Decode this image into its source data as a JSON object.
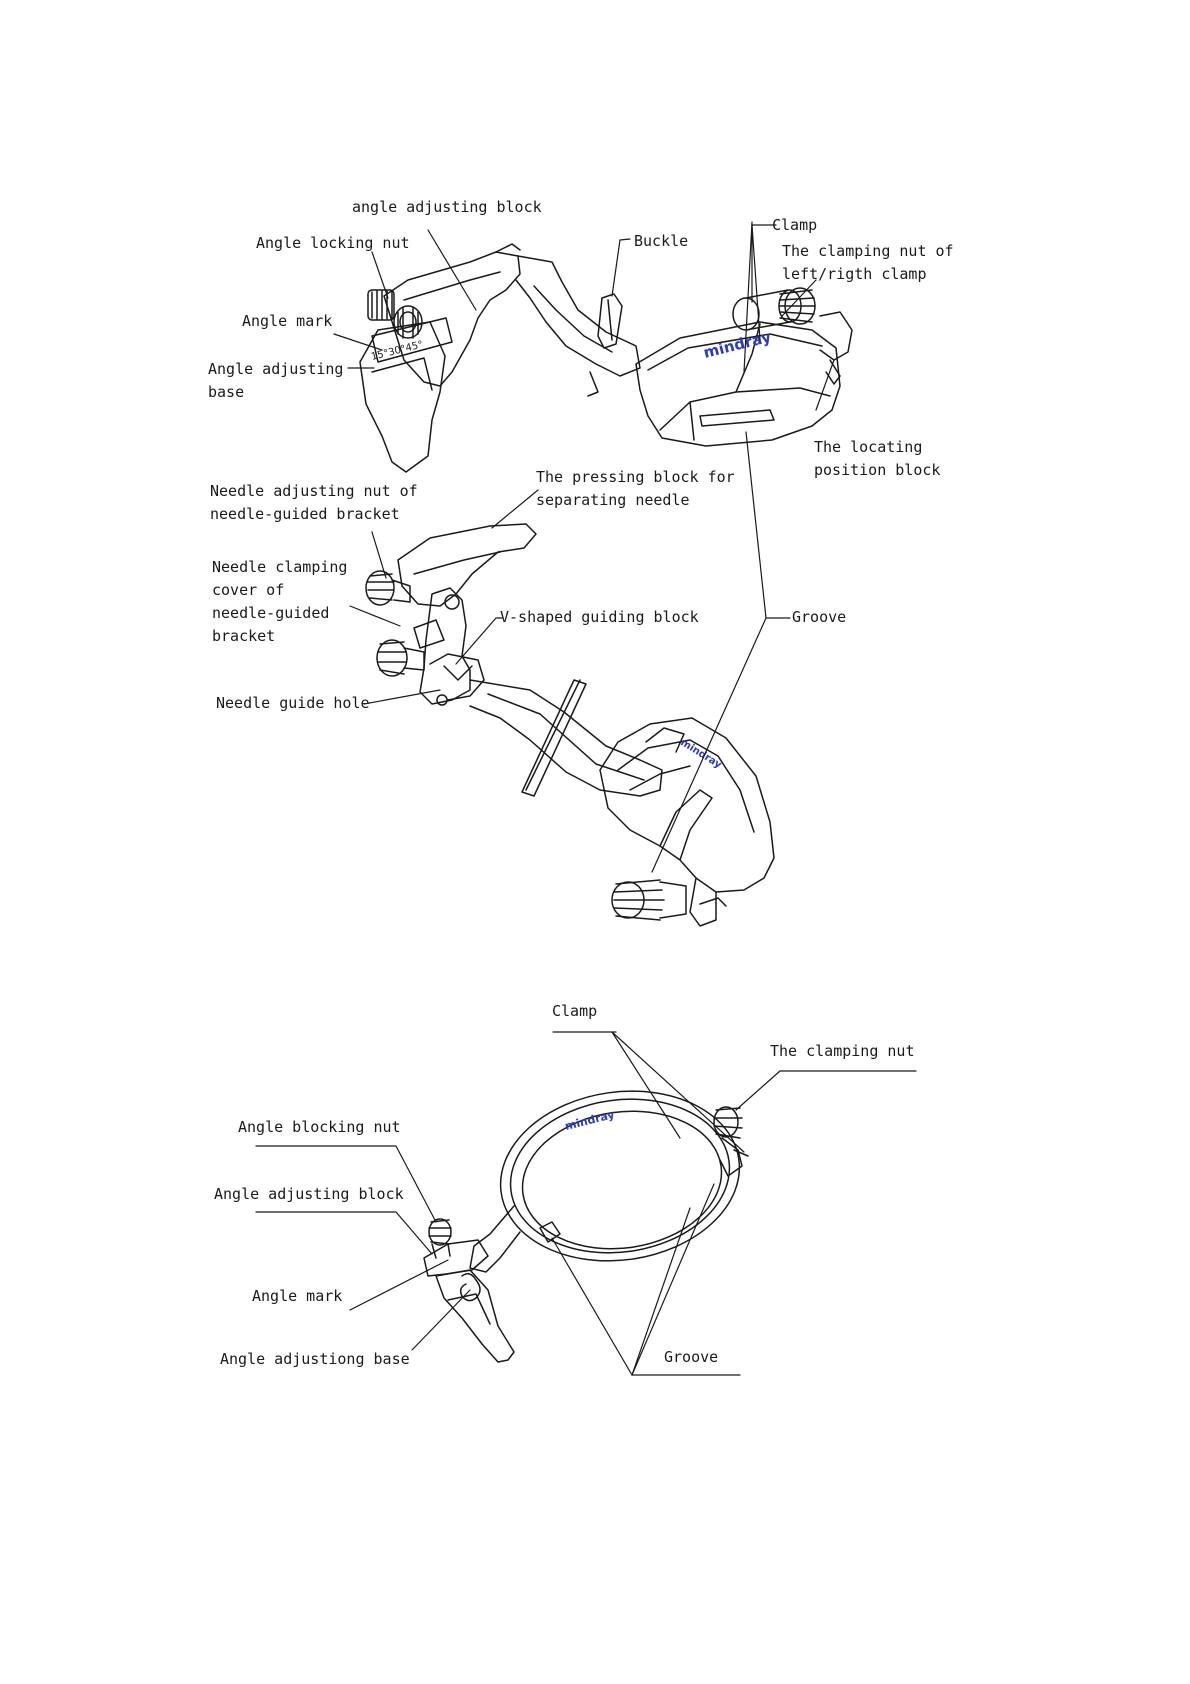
{
  "colors": {
    "line": "#1a1a1a",
    "brand": "#2e3bb8"
  },
  "brand": {
    "logo_text": "mindray",
    "scale_text": "15°30°45°"
  },
  "figure1": {
    "angle_adjusting_block": "angle adjusting block",
    "angle_locking_nut": "Angle locking nut",
    "angle_mark": "Angle mark",
    "angle_adjusting_base_1": "Angle adjusting",
    "angle_adjusting_base_2": "base",
    "buckle": "Buckle",
    "clamp": "Clamp",
    "clamping_nut_1": "The clamping nut of",
    "clamping_nut_2": "left/rigth clamp",
    "locating_block_1": "The locating",
    "locating_block_2": "position block"
  },
  "figure2": {
    "needle_adjusting_nut_1": "Needle adjusting nut of",
    "needle_adjusting_nut_2": "needle-guided bracket",
    "pressing_block_1": "The pressing block for",
    "pressing_block_2": "separating needle",
    "needle_clamping_cover_1": "Needle clamping",
    "needle_clamping_cover_2": "cover of",
    "needle_clamping_cover_3": "needle-guided",
    "needle_clamping_cover_4": "bracket",
    "v_shaped_block": "V-shaped guiding block",
    "groove": "Groove",
    "needle_guide_hole": "Needle guide hole"
  },
  "figure3": {
    "clamp": "Clamp",
    "clamping_nut": "The clamping nut",
    "angle_blocking_nut": "Angle blocking nut",
    "angle_adjusting_block": "Angle adjusting block",
    "angle_mark": "Angle mark",
    "angle_adjusting_base": "Angle adjustiong base",
    "groove": "Groove"
  }
}
